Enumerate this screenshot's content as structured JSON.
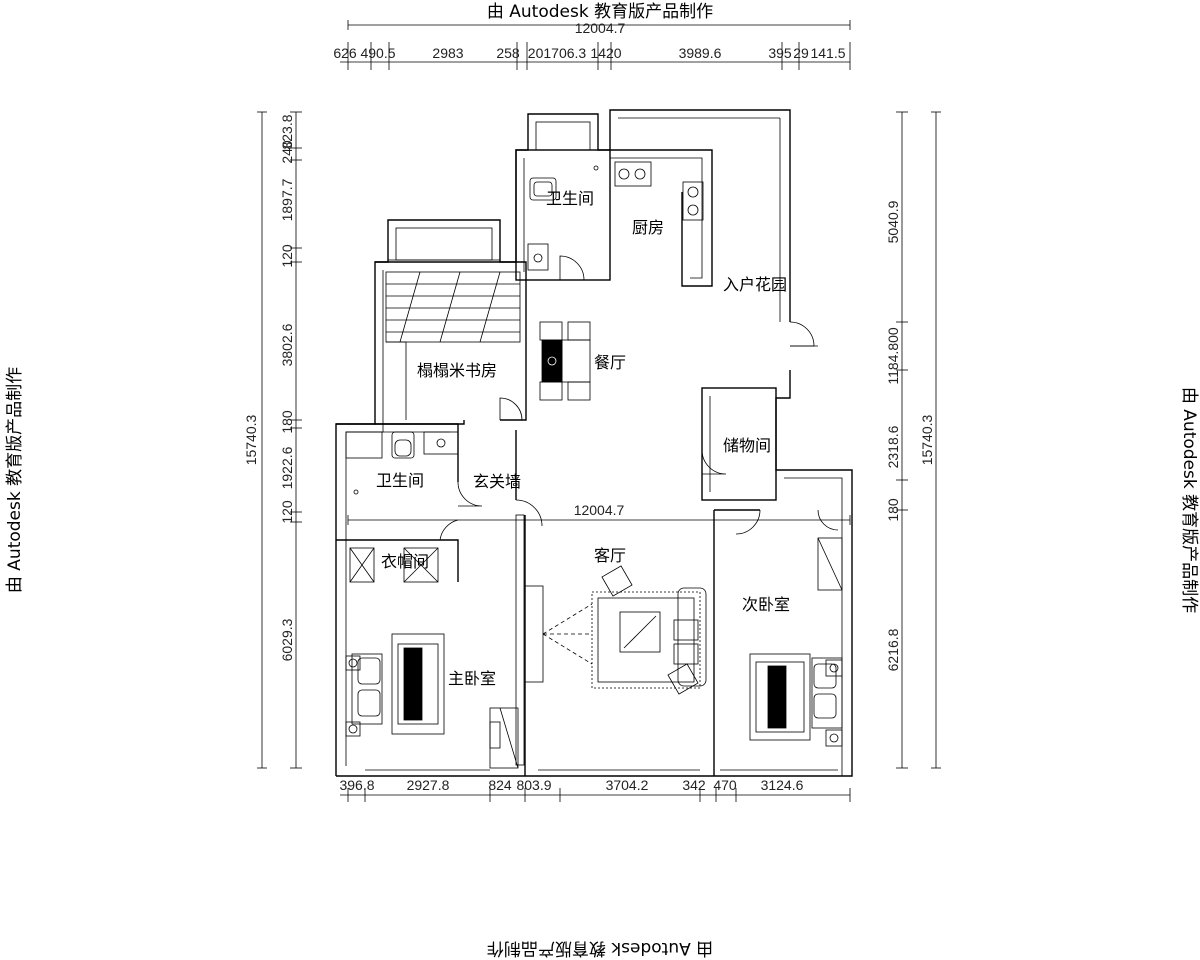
{
  "watermarks": {
    "top": "由 Autodesk 教育版产品制作",
    "left": "由 Autodesk 教育版产品制作",
    "right": "由 Autodesk 教育版产品制作",
    "bottom": "由 Autodesk 教育版产品制作"
  },
  "dimensions": {
    "top_total": "12004.7",
    "top": [
      "626",
      "490.5",
      "2983",
      "258",
      "201706.3",
      "1420",
      "3989.6",
      "395",
      "29",
      "141.5"
    ],
    "bottom": [
      "396.8",
      "2927.8",
      "824",
      "803.9",
      "3704.2",
      "342",
      "470",
      "3124.6"
    ],
    "bottom_total": "12004.7",
    "left_total": "15740.3",
    "left": [
      "823.8",
      "1897.7",
      "240",
      "120",
      "3802.6",
      "180",
      "1922.6",
      "120",
      "6029.3"
    ],
    "right_total": "15740.3",
    "right": [
      "5040.9",
      "1184.800",
      "2318.6",
      "180",
      "6216.8"
    ]
  },
  "rooms": {
    "bath_top": "卫生间",
    "kitchen": "厨房",
    "entry_garden": "入户花园",
    "study": "榻榻米书房",
    "dining": "餐厅",
    "storage": "储物间",
    "bath_left": "卫生间",
    "foyer_wall": "玄关墙",
    "cloakroom": "衣帽间",
    "living": "客厅",
    "second_bedroom": "次卧室",
    "master_bedroom": "主卧室"
  }
}
